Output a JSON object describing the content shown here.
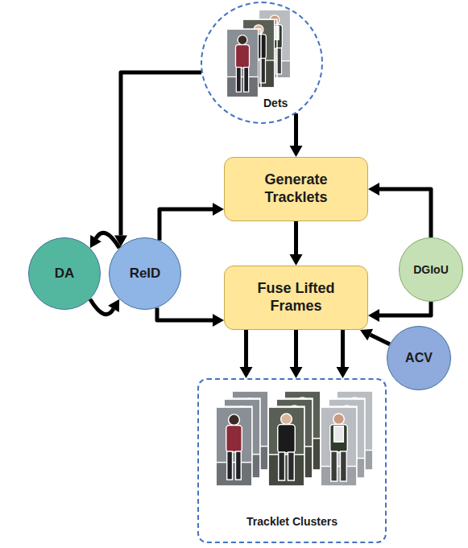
{
  "diagram": {
    "nodes": [
      {
        "text": [
          "Dets"
        ]
      },
      {
        "text": [
          "Generate Tracklets"
        ]
      },
      {
        "text": [
          "DA"
        ]
      },
      {
        "text": [
          "ReID"
        ]
      },
      {
        "text": [
          "DGIoU"
        ]
      },
      {
        "text": [
          "Fuse Lifted Frames"
        ]
      },
      {
        "text": [
          "ACV"
        ]
      },
      {
        "text": [
          "Tracklet Clusters"
        ]
      }
    ],
    "edges": [
      {
        "from": 0,
        "to": 1,
        "arrow": "to"
      },
      {
        "from": 0,
        "to": 3,
        "arrow": "to"
      },
      {
        "from": 3,
        "to": 1,
        "arrow": "to"
      },
      {
        "from": 3,
        "to": 2,
        "arrow": "to"
      },
      {
        "from": 2,
        "to": 3,
        "arrow": "to"
      },
      {
        "from": 4,
        "to": 1,
        "arrow": "to"
      },
      {
        "from": 4,
        "to": 5,
        "arrow": "to"
      },
      {
        "from": 3,
        "to": 5,
        "arrow": "to"
      },
      {
        "from": 1,
        "to": 5,
        "arrow": "to"
      },
      {
        "from": 6,
        "to": 5,
        "arrow": "to"
      },
      {
        "from": 5,
        "to": 7,
        "arrow": "to"
      },
      {
        "from": 5,
        "to": 7,
        "arrow": "to"
      },
      {
        "from": 5,
        "to": 7,
        "arrow": "to"
      }
    ]
  }
}
